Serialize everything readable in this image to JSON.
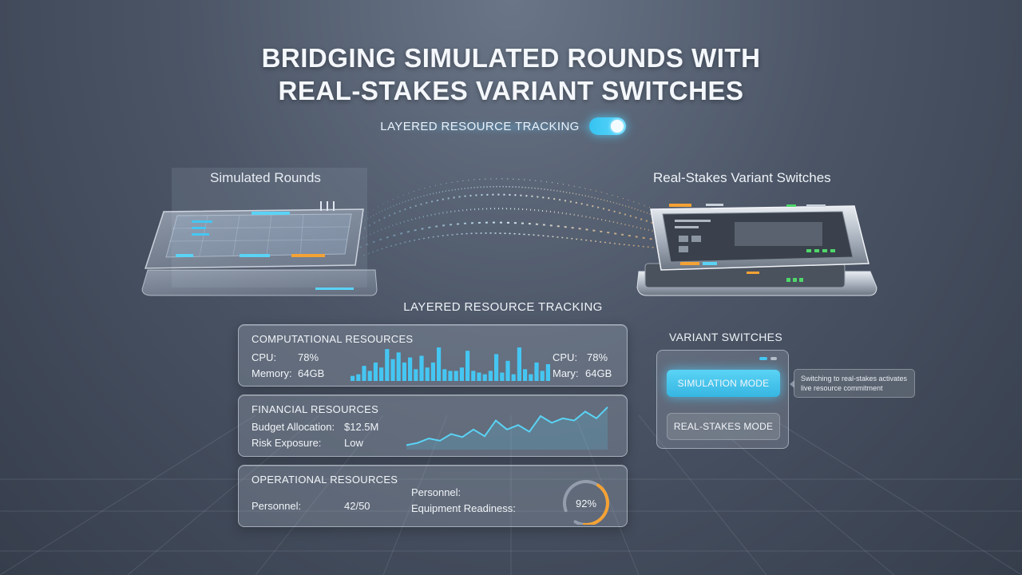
{
  "header": {
    "title_line1": "BRIDGING SIMULATED ROUNDS WITH",
    "title_line2": "REAL-STAKES VARIANT SWITCHES",
    "toggle_label": "LAYERED RESOURCE TRACKING",
    "toggle_on": true
  },
  "left_device": {
    "label": "Simulated Rounds"
  },
  "right_device": {
    "label": "Real-Stakes Variant Switches"
  },
  "tracking": {
    "heading": "LAYERED RESOURCE TRACKING",
    "computational": {
      "title": "COMPUTATIONAL RESOURCES",
      "cpu_label": "CPU:",
      "cpu_value": "78%",
      "memory_label": "Memory:",
      "memory_value": "64GB",
      "cpu_label_right": "CPU:",
      "cpu_value_right": "78%",
      "memory_label_right": "Mary:",
      "memory_value_right": "64GB",
      "bars": [
        0.15,
        0.2,
        0.45,
        0.3,
        0.55,
        0.4,
        0.95,
        0.65,
        0.85,
        0.55,
        0.7,
        0.35,
        0.75,
        0.4,
        0.55,
        1.0,
        0.35,
        0.3,
        0.3,
        0.4,
        0.9,
        0.3,
        0.25,
        0.2,
        0.3,
        0.8,
        0.25,
        0.6,
        0.2,
        1.0,
        0.35,
        0.2,
        0.55,
        0.3,
        0.5
      ]
    },
    "financial": {
      "title": "FINANCIAL RESOURCES",
      "budget_label": "Budget Allocation:",
      "budget_value": "$12.5M",
      "risk_label": "Risk Exposure:",
      "risk_value": "Low",
      "trend": [
        0.1,
        0.15,
        0.25,
        0.2,
        0.35,
        0.28,
        0.45,
        0.3,
        0.65,
        0.45,
        0.55,
        0.4,
        0.75,
        0.6,
        0.7,
        0.65,
        0.85,
        0.7,
        0.95
      ]
    },
    "operational": {
      "title": "OPERATIONAL RESOURCES",
      "personnel_label": "Personnel:",
      "personnel_value": "42/50",
      "personnel_label2": "Personnel:",
      "equipment_label": "Equipment Readiness:",
      "readiness_percent": 92,
      "readiness_text": "92%"
    }
  },
  "variant_switches": {
    "heading": "VARIANT SWITCHES",
    "simulation_mode": "SIMULATION MODE",
    "real_stakes_mode": "REAL-STAKES MODE",
    "tooltip": "Switching to real-stakes activates live resource commitment"
  },
  "colors": {
    "accent_blue": "#45c6f2",
    "accent_orange": "#f4a234",
    "accent_green": "#4fd66a"
  }
}
